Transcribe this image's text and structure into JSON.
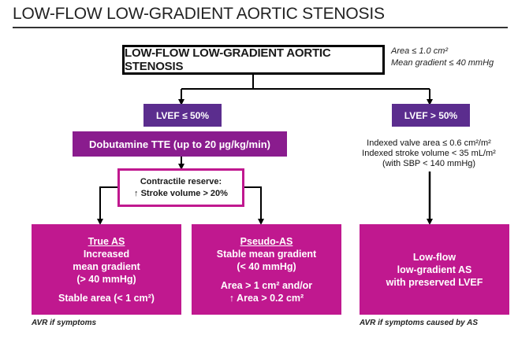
{
  "page_title": "LOW-FLOW LOW-GRADIENT AORTIC STENOSIS",
  "main_box": {
    "label": "LOW-FLOW LOW-GRADIENT AORTIC STENOSIS",
    "criteria_line1": "Area ≤ 1.0 cm²",
    "criteria_line2": "Mean gradient ≤ 40 mmHg"
  },
  "left_branch": {
    "lvef_label": "LVEF ≤ 50%",
    "test_label": "Dobutamine TTE (up to 20 µg/kg/min)",
    "reserve_title": "Contractile reserve:",
    "reserve_condition": "↑ Stroke volume > 20%",
    "true_as": {
      "title": "True AS",
      "line1": "Increased",
      "line2": "mean gradient",
      "line3": "(> 40 mmHg)",
      "line4": "Stable area (< 1 cm²)"
    },
    "pseudo_as": {
      "title": "Pseudo-AS",
      "line1": "Stable mean gradient",
      "line2": "(< 40 mmHg)",
      "line3": "Area > 1 cm² and/or",
      "line4": "↑  Area > 0.2 cm²"
    },
    "footnote": "AVR if symptoms"
  },
  "right_branch": {
    "lvef_label": "LVEF > 50%",
    "criteria_line1": "Indexed valve area ≤ 0.6 cm²/m²",
    "criteria_line2": "Indexed stroke volume < 35 mL/m²",
    "criteria_line3": "(with SBP < 140 mmHg)",
    "outcome_line1": "Low-flow",
    "outcome_line2": "low-gradient AS",
    "outcome_line3": "with preserved LVEF",
    "footnote": "AVR if symptoms caused by AS"
  },
  "colors": {
    "purple": "#5b2d8e",
    "violet": "#8a1c8e",
    "magenta": "#c0188f",
    "border": "#000000"
  }
}
